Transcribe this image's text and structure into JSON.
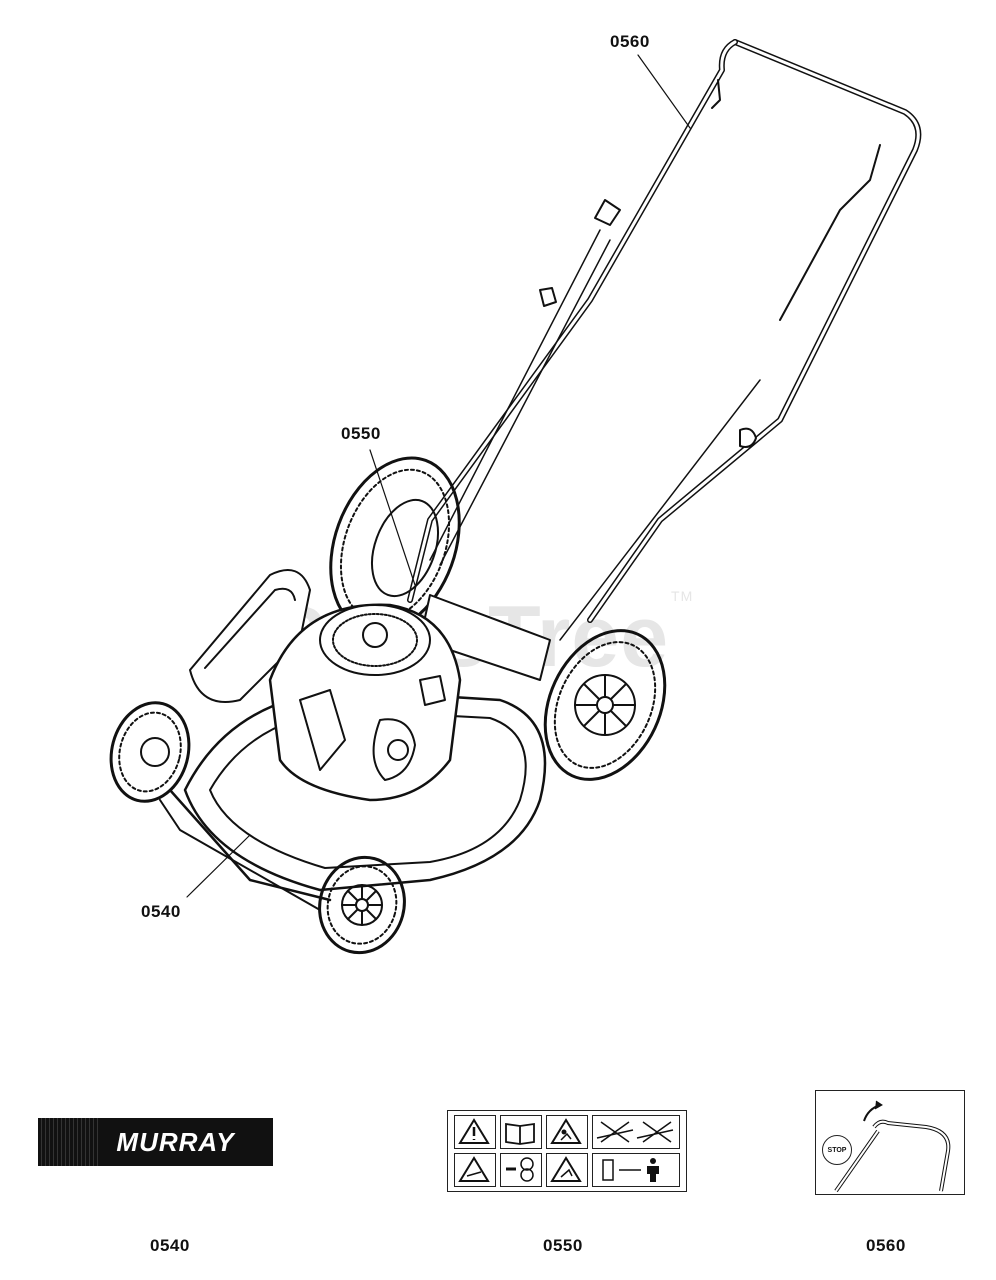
{
  "callouts": {
    "handle": "0560",
    "engine": "0550",
    "deck": "0540"
  },
  "watermark": {
    "text": "PartsTree",
    "tm": "TM"
  },
  "decals": {
    "logo": {
      "text": "MURRAY",
      "label": "0540"
    },
    "safety": {
      "label": "0550"
    },
    "stop": {
      "text": "STOP",
      "label": "0560"
    }
  }
}
